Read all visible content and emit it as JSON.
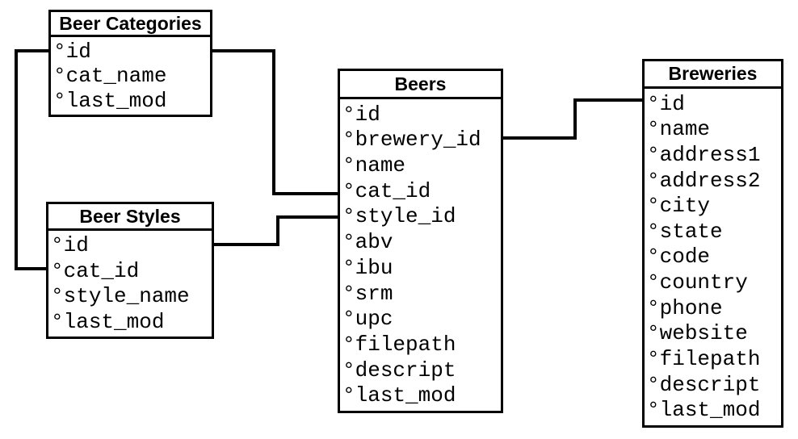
{
  "diagram": {
    "kind": "entity-relationship-diagram",
    "field_icon": "°",
    "colors": {
      "background": "#ffffff",
      "border": "#000000",
      "line": "#000000",
      "text": "#000000"
    },
    "tables": [
      {
        "title": "Beer Categories",
        "fields": [
          "id",
          "cat_name",
          "last_mod"
        ]
      },
      {
        "title": "Beer Styles",
        "fields": [
          "id",
          "cat_id",
          "style_name",
          "last_mod"
        ]
      },
      {
        "title": "Beers",
        "fields": [
          "id",
          "brewery_id",
          "name",
          "cat_id",
          "style_id",
          "abv",
          "ibu",
          "srm",
          "upc",
          "filepath",
          "descript",
          "last_mod"
        ]
      },
      {
        "title": "Breweries",
        "fields": [
          "id",
          "name",
          "address1",
          "address2",
          "city",
          "state",
          "code",
          "country",
          "phone",
          "website",
          "filepath",
          "descript",
          "last_mod"
        ]
      }
    ],
    "relations": [
      {
        "from_table": "Beer Categories",
        "from_field": "id",
        "to_table": "Beer Styles",
        "to_field": "cat_id"
      },
      {
        "from_table": "Beer Categories",
        "from_field": "id",
        "to_table": "Beers",
        "to_field": "cat_id"
      },
      {
        "from_table": "Beer Styles",
        "from_field": "id",
        "to_table": "Beers",
        "to_field": "style_id"
      },
      {
        "from_table": "Breweries",
        "from_field": "id",
        "to_table": "Beers",
        "to_field": "brewery_id"
      }
    ]
  }
}
